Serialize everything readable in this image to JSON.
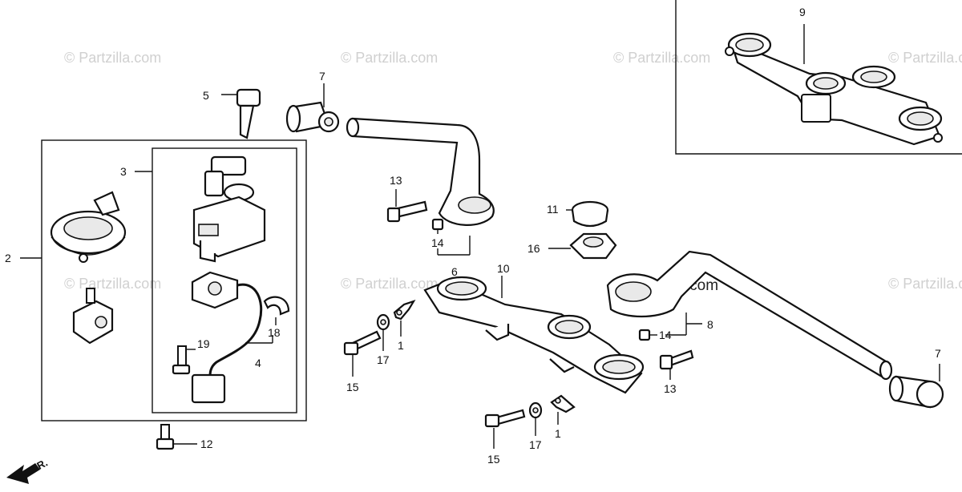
{
  "watermark": {
    "text": "© Partzilla.com",
    "featured_text": "© Partzilla.com"
  },
  "direction_marker": "FR.",
  "part_labels": [
    {
      "id": "p5",
      "num": "5"
    },
    {
      "id": "p7a",
      "num": "7"
    },
    {
      "id": "p3",
      "num": "3"
    },
    {
      "id": "p2",
      "num": "2"
    },
    {
      "id": "p19",
      "num": "19"
    },
    {
      "id": "p18",
      "num": "18"
    },
    {
      "id": "p4",
      "num": "4"
    },
    {
      "id": "p12",
      "num": "12"
    },
    {
      "id": "p13a",
      "num": "13"
    },
    {
      "id": "p14a",
      "num": "14"
    },
    {
      "id": "p6",
      "num": "6"
    },
    {
      "id": "p10",
      "num": "10"
    },
    {
      "id": "p15a",
      "num": "15"
    },
    {
      "id": "p17a",
      "num": "17"
    },
    {
      "id": "p1a",
      "num": "1"
    },
    {
      "id": "p11",
      "num": "11"
    },
    {
      "id": "p16",
      "num": "16"
    },
    {
      "id": "p9",
      "num": "9"
    },
    {
      "id": "p8",
      "num": "8"
    },
    {
      "id": "p14b",
      "num": "14"
    },
    {
      "id": "p13b",
      "num": "13"
    },
    {
      "id": "p7b",
      "num": "7"
    },
    {
      "id": "p15b",
      "num": "15"
    },
    {
      "id": "p17b",
      "num": "17"
    },
    {
      "id": "p1b",
      "num": "1"
    }
  ]
}
